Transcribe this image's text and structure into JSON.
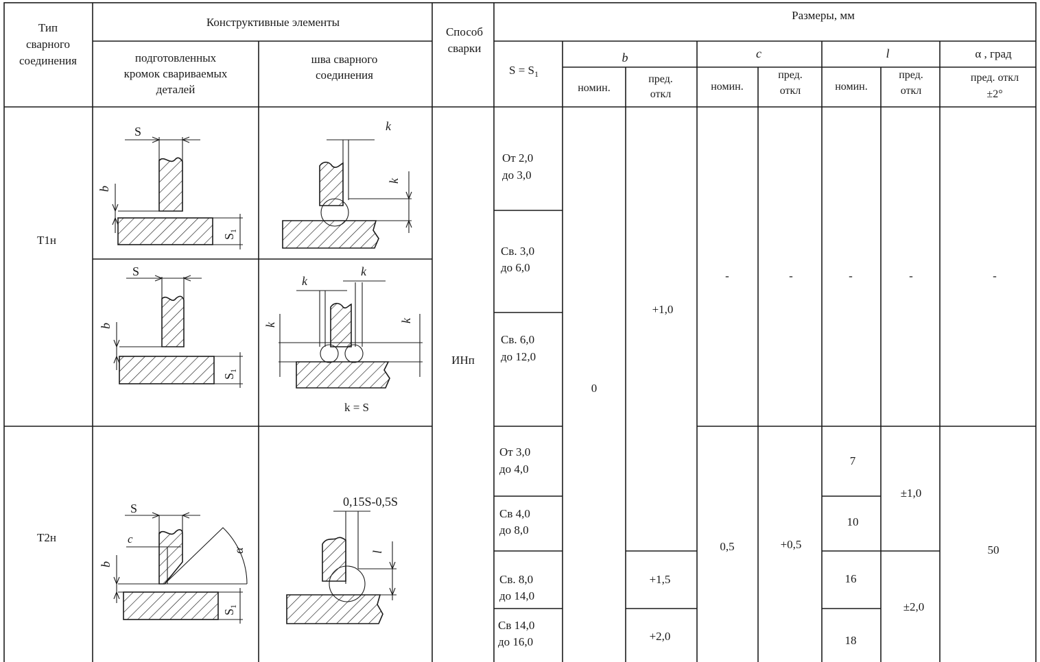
{
  "header": {
    "type_label": [
      "Тип",
      "сварного",
      "соединения"
    ],
    "constructive": "Конструктивные элементы",
    "prepared_edges": [
      "подготовленных",
      "кромок свариваемых",
      "деталей"
    ],
    "weld_seam": [
      "шва сварного",
      "соединения"
    ],
    "method": [
      "Способ",
      "сварки"
    ],
    "sizes": "Размеры, мм",
    "s_eq": "S = S",
    "s_eq_sub": "1",
    "b": "b",
    "c": "c",
    "l": "l",
    "alpha": "α , град",
    "nomin": "номин.",
    "pred_otkl": [
      "пред.",
      "откл"
    ],
    "alpha_dev": [
      "пред. откл",
      "±2°"
    ]
  },
  "rows": {
    "t1n": "Т1н",
    "t2n": "Т2н",
    "method": "ИНп",
    "ranges": [
      [
        "От 2,0",
        "до 3,0"
      ],
      [
        "Св.  3,0",
        "до  6,0"
      ],
      [
        "Св. 6,0",
        "до 12,0"
      ],
      [
        "От 3,0",
        "до 4,0"
      ],
      [
        "Св 4,0",
        "до 8,0"
      ],
      [
        "Св. 8,0",
        "до 14,0"
      ],
      [
        "Св 14,0",
        "до 16,0"
      ]
    ],
    "b_nom": "0",
    "b_dev_1": "+1,0",
    "b_dev_2": "+1,5",
    "b_dev_3": "+2,0",
    "dash": "-",
    "c_nom": "0,5",
    "c_dev": "+0,5",
    "l_vals": [
      "7",
      "10",
      "16",
      "18"
    ],
    "l_dev_1": "±1,0",
    "l_dev_2": "±2,0",
    "alpha_val": "50"
  },
  "drawings": {
    "S": "S",
    "S1": "S",
    "S1_sub": "1",
    "b": "b",
    "k": "k",
    "c": "c",
    "l": "l",
    "alpha": "α",
    "k_eq_s": "k = S",
    "fillet": "0,15S-0,5S"
  }
}
